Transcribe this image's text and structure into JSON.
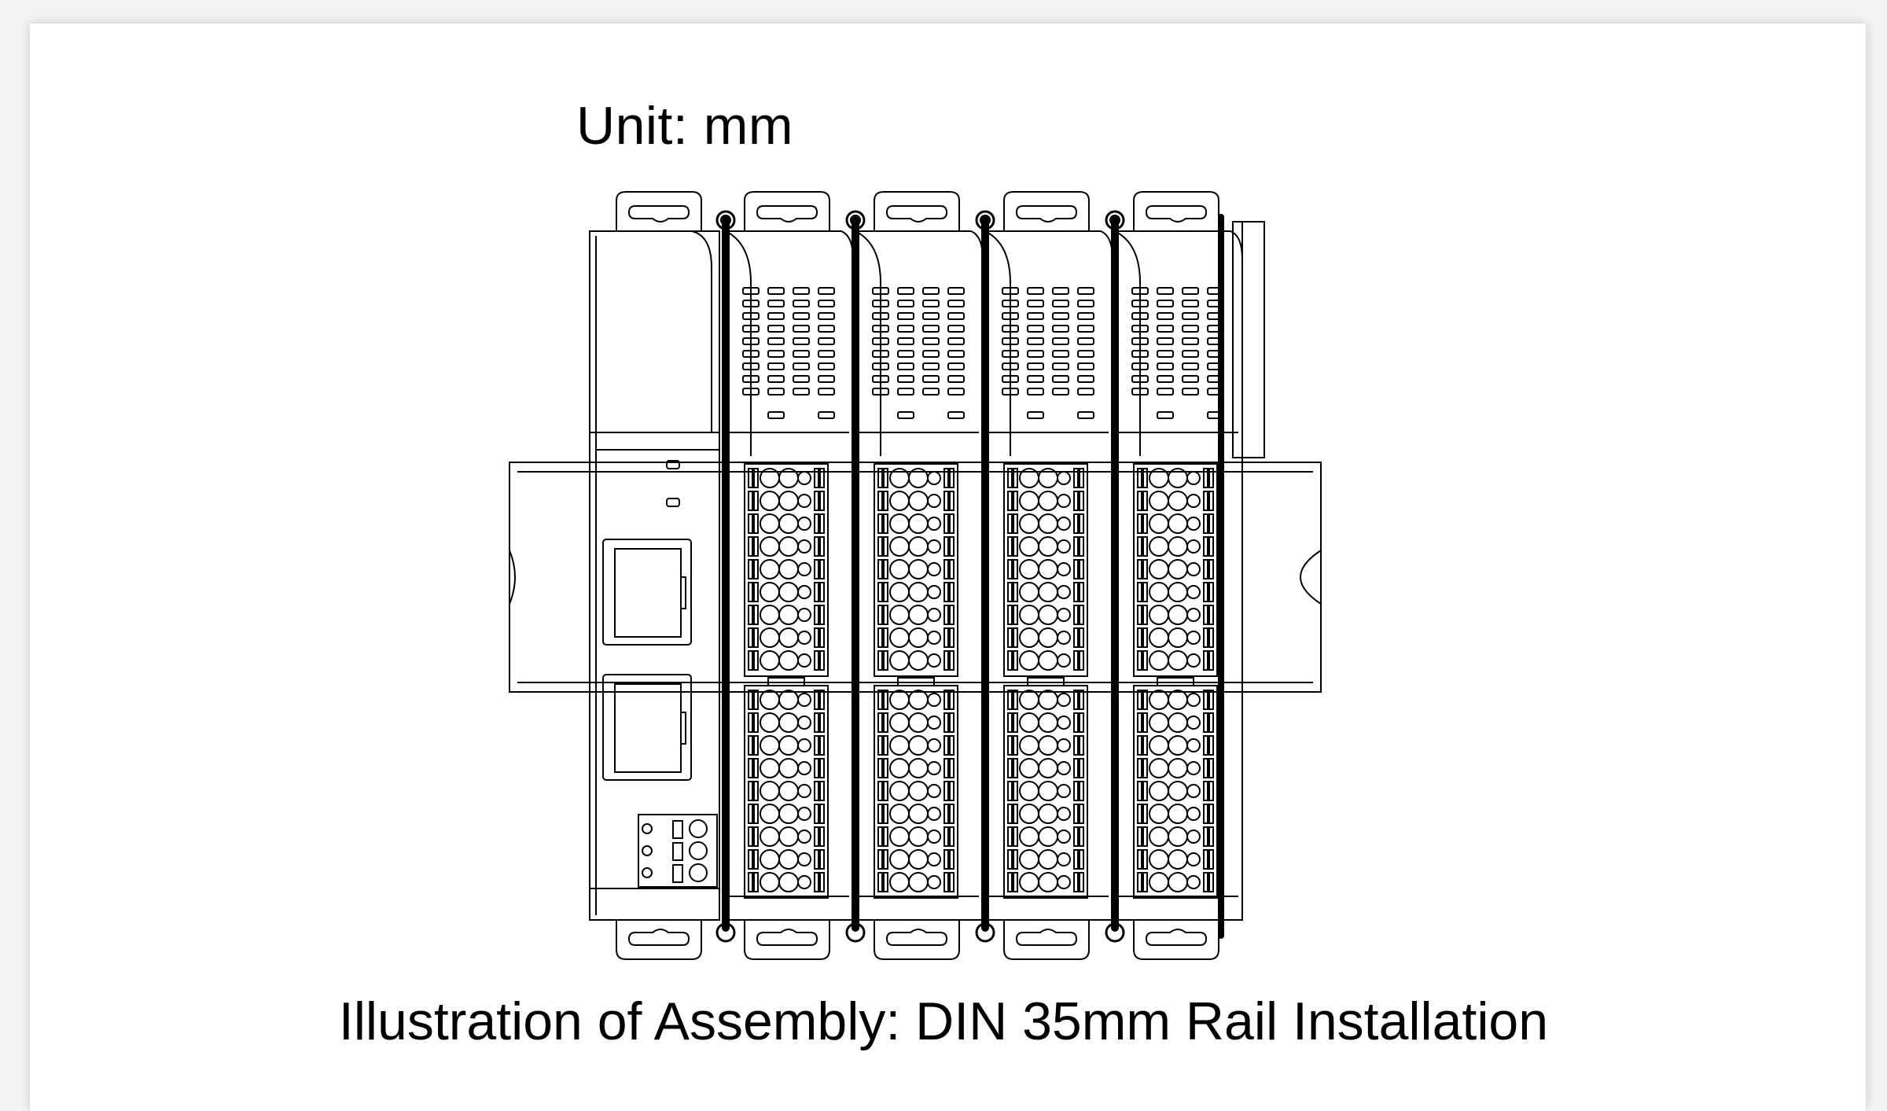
{
  "diagram": {
    "unit_label": "Unit: mm",
    "caption": "Illustration of Assembly: DIN 35mm Rail Installation",
    "io_module_count": 4,
    "line_color": "#000000",
    "background_color": "#ffffff",
    "parts": {
      "head_module": "ethernet-coupler",
      "ports": [
        "rj45-port-1",
        "rj45-port-2"
      ],
      "power_connector": "3-pin-terminal",
      "rail": "din-rail-35mm"
    }
  }
}
